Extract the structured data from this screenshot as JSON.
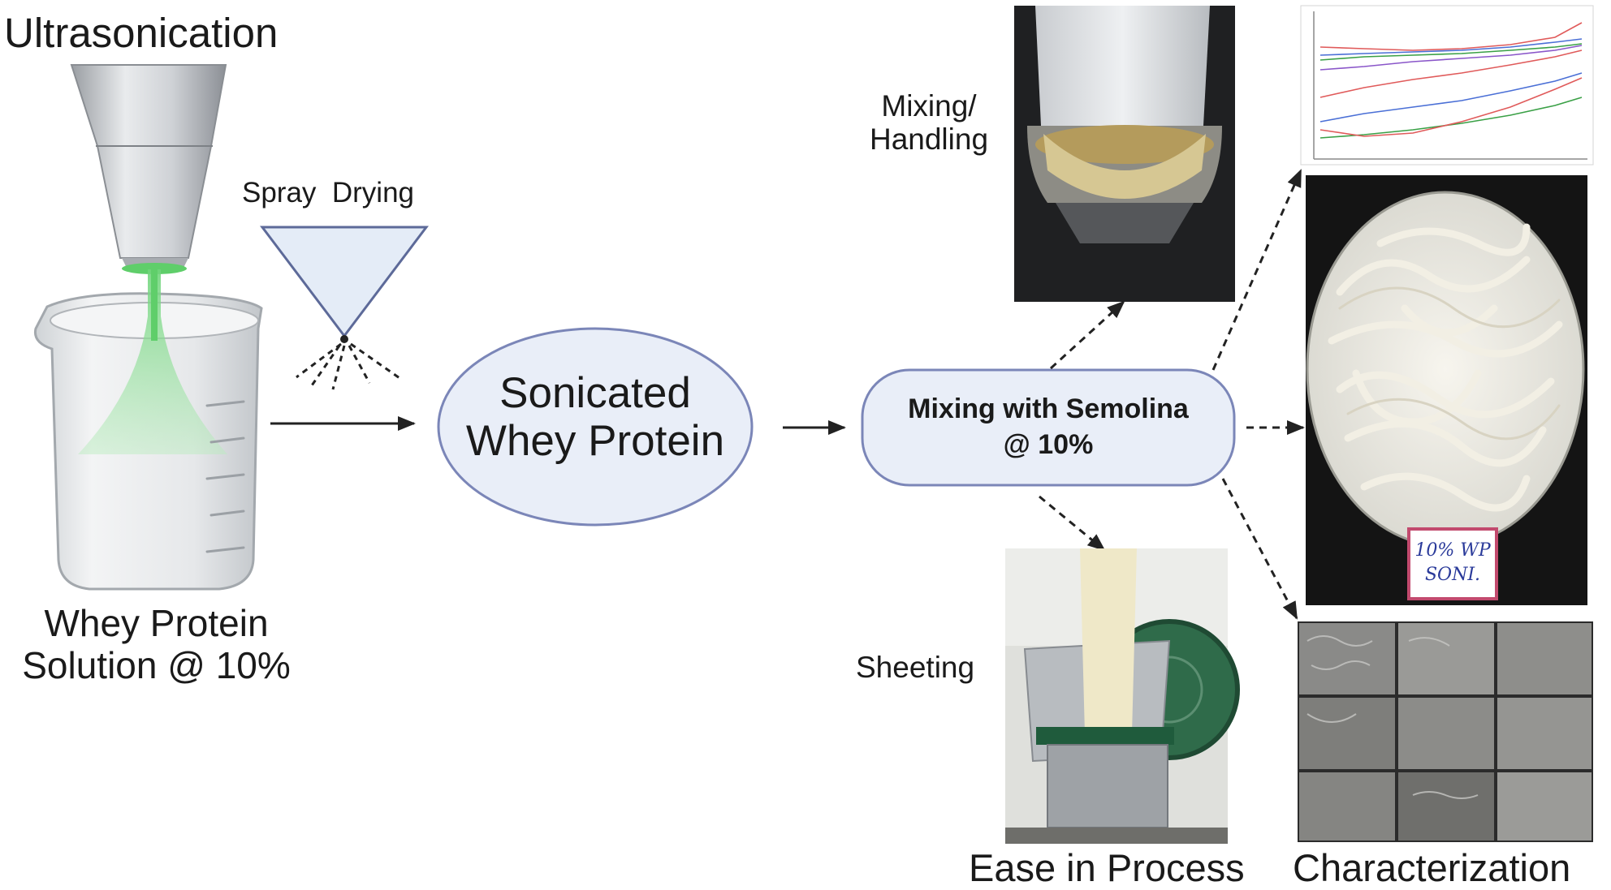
{
  "labels": {
    "ultrasonication": "Ultrasonication",
    "spray_drying": "Spray  Drying",
    "whey_solution_line1": "Whey Protein",
    "whey_solution_line2": "Solution @ 10%",
    "sonicated_line1": "Sonicated",
    "sonicated_line2": "Whey Protein",
    "mixing_semolina_line1": "Mixing with Semolina",
    "mixing_semolina_line2": "@ 10%",
    "mixing_handling_line1": "Mixing/",
    "mixing_handling_line2": "Handling",
    "sheeting": "Sheeting",
    "ease_in_process": "Ease in Process",
    "characterization": "Characterization",
    "sample_label_line1": "10% WP",
    "sample_label_line2": "SONI."
  },
  "colors": {
    "accent_green": "#5fce6a",
    "node_border": "#7b86b8",
    "node_fill": "#e9eef8",
    "arrow": "#222222"
  }
}
